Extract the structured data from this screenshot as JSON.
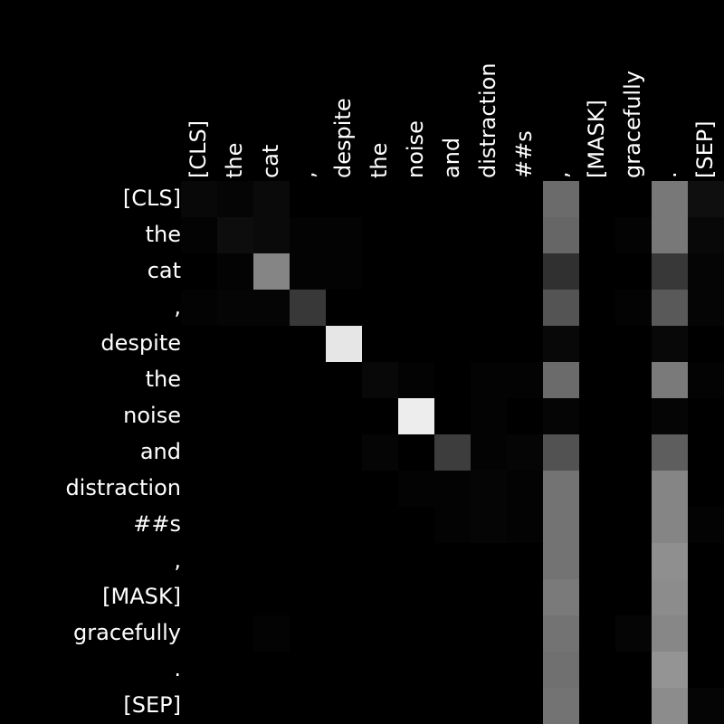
{
  "chart_data": {
    "type": "heatmap",
    "colormap": "grayscale",
    "background": "#000000",
    "x_tokens": [
      "[CLS]",
      "the",
      "cat",
      ",",
      "despite",
      "the",
      "noise",
      "and",
      "distraction",
      "##s",
      ",",
      "[MASK]",
      "gracefully",
      ".",
      "[SEP]"
    ],
    "y_tokens": [
      "[CLS]",
      "the",
      "cat",
      ",",
      "despite",
      "the",
      "noise",
      "and",
      "distraction",
      "##s",
      ",",
      "[MASK]",
      "gracefully",
      ".",
      "[SEP]"
    ],
    "values": [
      [
        0.03,
        0.02,
        0.04,
        0.0,
        0.0,
        0.0,
        0.0,
        0.0,
        0.0,
        0.0,
        0.42,
        0.0,
        0.0,
        0.47,
        0.06
      ],
      [
        0.01,
        0.05,
        0.04,
        0.01,
        0.01,
        0.0,
        0.0,
        0.0,
        0.0,
        0.0,
        0.4,
        0.0,
        0.01,
        0.47,
        0.03
      ],
      [
        0.0,
        0.01,
        0.52,
        0.01,
        0.01,
        0.0,
        0.0,
        0.0,
        0.0,
        0.0,
        0.19,
        0.0,
        0.0,
        0.22,
        0.02
      ],
      [
        0.01,
        0.02,
        0.02,
        0.22,
        0.0,
        0.0,
        0.0,
        0.0,
        0.0,
        0.0,
        0.33,
        0.0,
        0.01,
        0.35,
        0.02
      ],
      [
        0.0,
        0.0,
        0.0,
        0.0,
        0.9,
        0.0,
        0.0,
        0.0,
        0.0,
        0.0,
        0.03,
        0.0,
        0.0,
        0.03,
        0.0
      ],
      [
        0.0,
        0.0,
        0.0,
        0.0,
        0.0,
        0.03,
        0.01,
        0.0,
        0.01,
        0.01,
        0.42,
        0.0,
        0.0,
        0.48,
        0.01
      ],
      [
        0.0,
        0.0,
        0.0,
        0.0,
        0.0,
        0.0,
        0.93,
        0.0,
        0.01,
        0.0,
        0.02,
        0.0,
        0.0,
        0.02,
        0.0
      ],
      [
        0.0,
        0.0,
        0.0,
        0.0,
        0.0,
        0.02,
        0.0,
        0.24,
        0.01,
        0.02,
        0.32,
        0.0,
        0.0,
        0.37,
        0.0
      ],
      [
        0.0,
        0.0,
        0.0,
        0.0,
        0.0,
        0.0,
        0.01,
        0.01,
        0.02,
        0.01,
        0.45,
        0.0,
        0.0,
        0.52,
        0.0
      ],
      [
        0.0,
        0.0,
        0.0,
        0.0,
        0.0,
        0.0,
        0.0,
        0.01,
        0.02,
        0.01,
        0.45,
        0.0,
        0.0,
        0.52,
        0.01
      ],
      [
        0.0,
        0.0,
        0.0,
        0.0,
        0.0,
        0.0,
        0.0,
        0.0,
        0.0,
        0.0,
        0.45,
        0.0,
        0.0,
        0.56,
        0.0
      ],
      [
        0.0,
        0.0,
        0.0,
        0.0,
        0.0,
        0.0,
        0.0,
        0.0,
        0.0,
        0.0,
        0.48,
        0.0,
        0.0,
        0.55,
        0.0
      ],
      [
        0.0,
        0.0,
        0.01,
        0.0,
        0.0,
        0.0,
        0.0,
        0.0,
        0.0,
        0.0,
        0.45,
        0.0,
        0.02,
        0.53,
        0.0
      ],
      [
        0.0,
        0.0,
        0.0,
        0.0,
        0.0,
        0.0,
        0.0,
        0.0,
        0.0,
        0.0,
        0.44,
        0.0,
        0.0,
        0.58,
        0.0
      ],
      [
        0.0,
        0.0,
        0.0,
        0.0,
        0.0,
        0.0,
        0.0,
        0.0,
        0.0,
        0.0,
        0.45,
        0.0,
        0.0,
        0.55,
        0.02
      ]
    ]
  }
}
